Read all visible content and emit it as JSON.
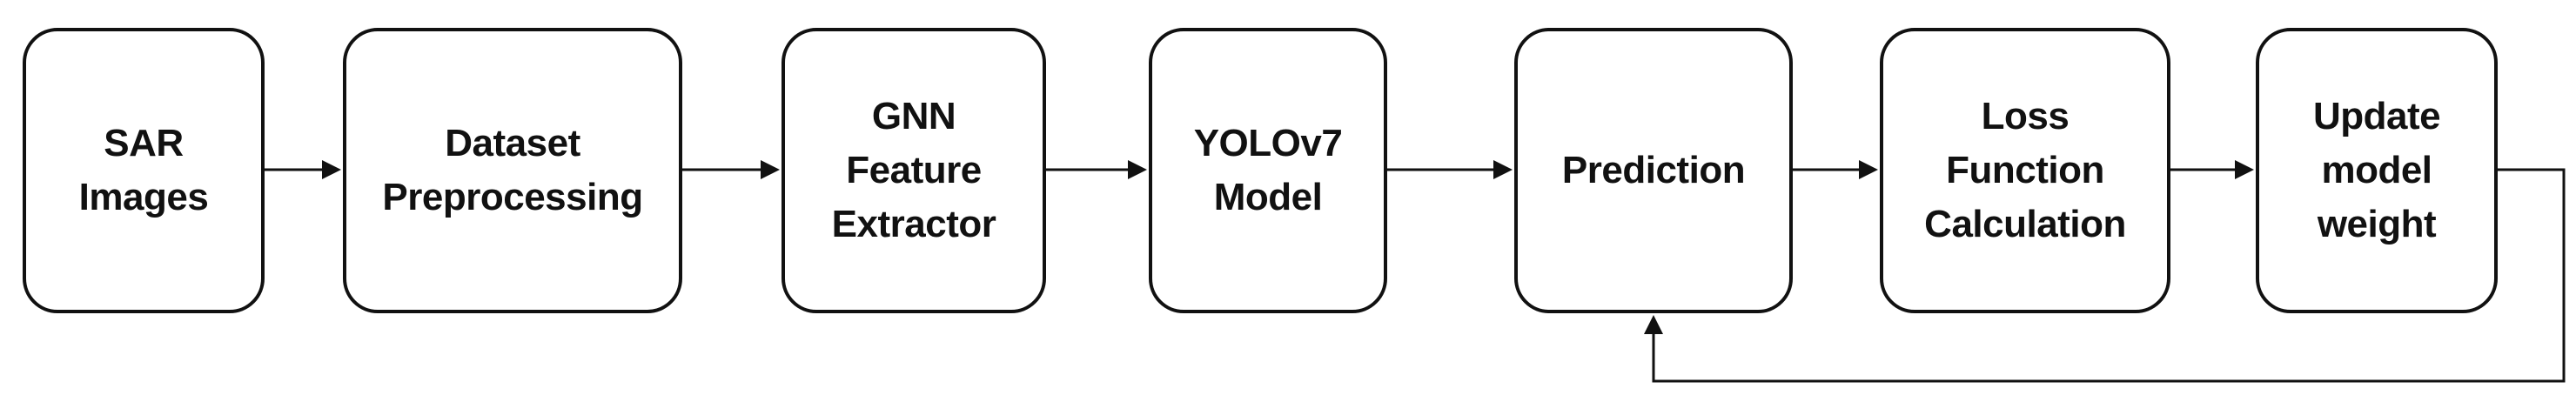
{
  "diagram": {
    "nodes": [
      {
        "id": "sar-images",
        "label": "SAR\nImages"
      },
      {
        "id": "dataset-preprocessing",
        "label": "Dataset\nPreprocessing"
      },
      {
        "id": "gnn-feature-extractor",
        "label": "GNN\nFeature\nExtractor"
      },
      {
        "id": "yolov7-model",
        "label": "YOLOv7\nModel"
      },
      {
        "id": "prediction",
        "label": "Prediction"
      },
      {
        "id": "loss-function-calculation",
        "label": "Loss\nFunction\nCalculation"
      },
      {
        "id": "update-model-weight",
        "label": "Update\nmodel\nweight"
      }
    ],
    "edges": [
      {
        "from": "sar-images",
        "to": "dataset-preprocessing"
      },
      {
        "from": "dataset-preprocessing",
        "to": "gnn-feature-extractor"
      },
      {
        "from": "gnn-feature-extractor",
        "to": "yolov7-model"
      },
      {
        "from": "yolov7-model",
        "to": "prediction"
      },
      {
        "from": "prediction",
        "to": "loss-function-calculation"
      },
      {
        "from": "loss-function-calculation",
        "to": "update-model-weight"
      },
      {
        "from": "update-model-weight",
        "to": "prediction",
        "routing": "feedback-loop-below"
      }
    ]
  }
}
